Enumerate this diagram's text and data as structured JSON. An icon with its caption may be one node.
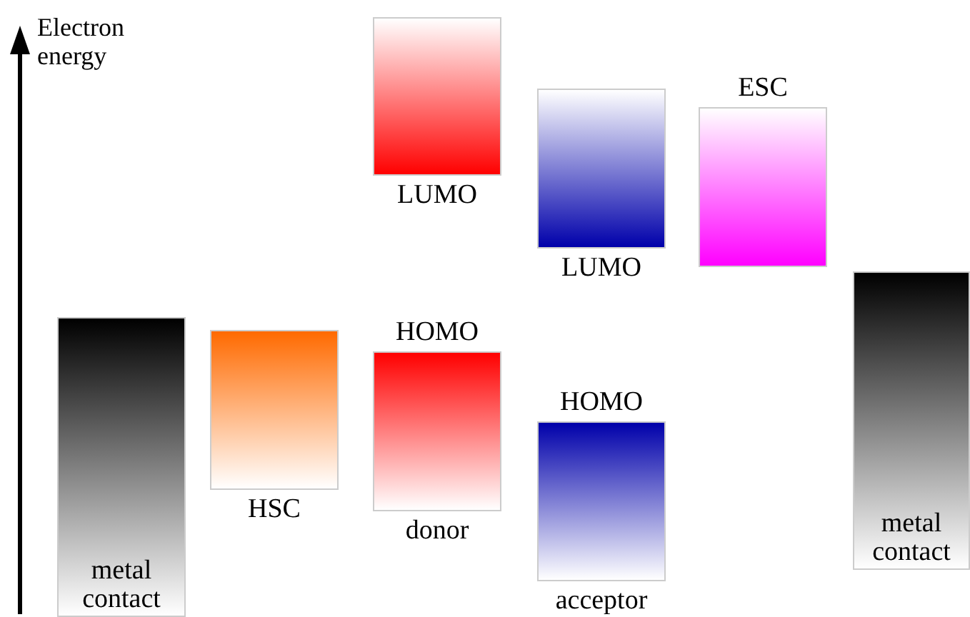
{
  "diagram": {
    "nodes": [
      {
        "text": [
          "metal contact"
        ]
      },
      {
        "text": [
          "HSC"
        ]
      },
      {
        "text": [
          "LUMO"
        ]
      },
      {
        "text": [
          "HOMO",
          "donor"
        ]
      },
      {
        "text": [
          "LUMO"
        ]
      },
      {
        "text": [
          "HOMO",
          "acceptor"
        ]
      },
      {
        "text": [
          "ESC"
        ]
      },
      {
        "text": [
          "metal contact"
        ]
      }
    ],
    "edges": [],
    "labels": [
      "Electron energy"
    ]
  }
}
